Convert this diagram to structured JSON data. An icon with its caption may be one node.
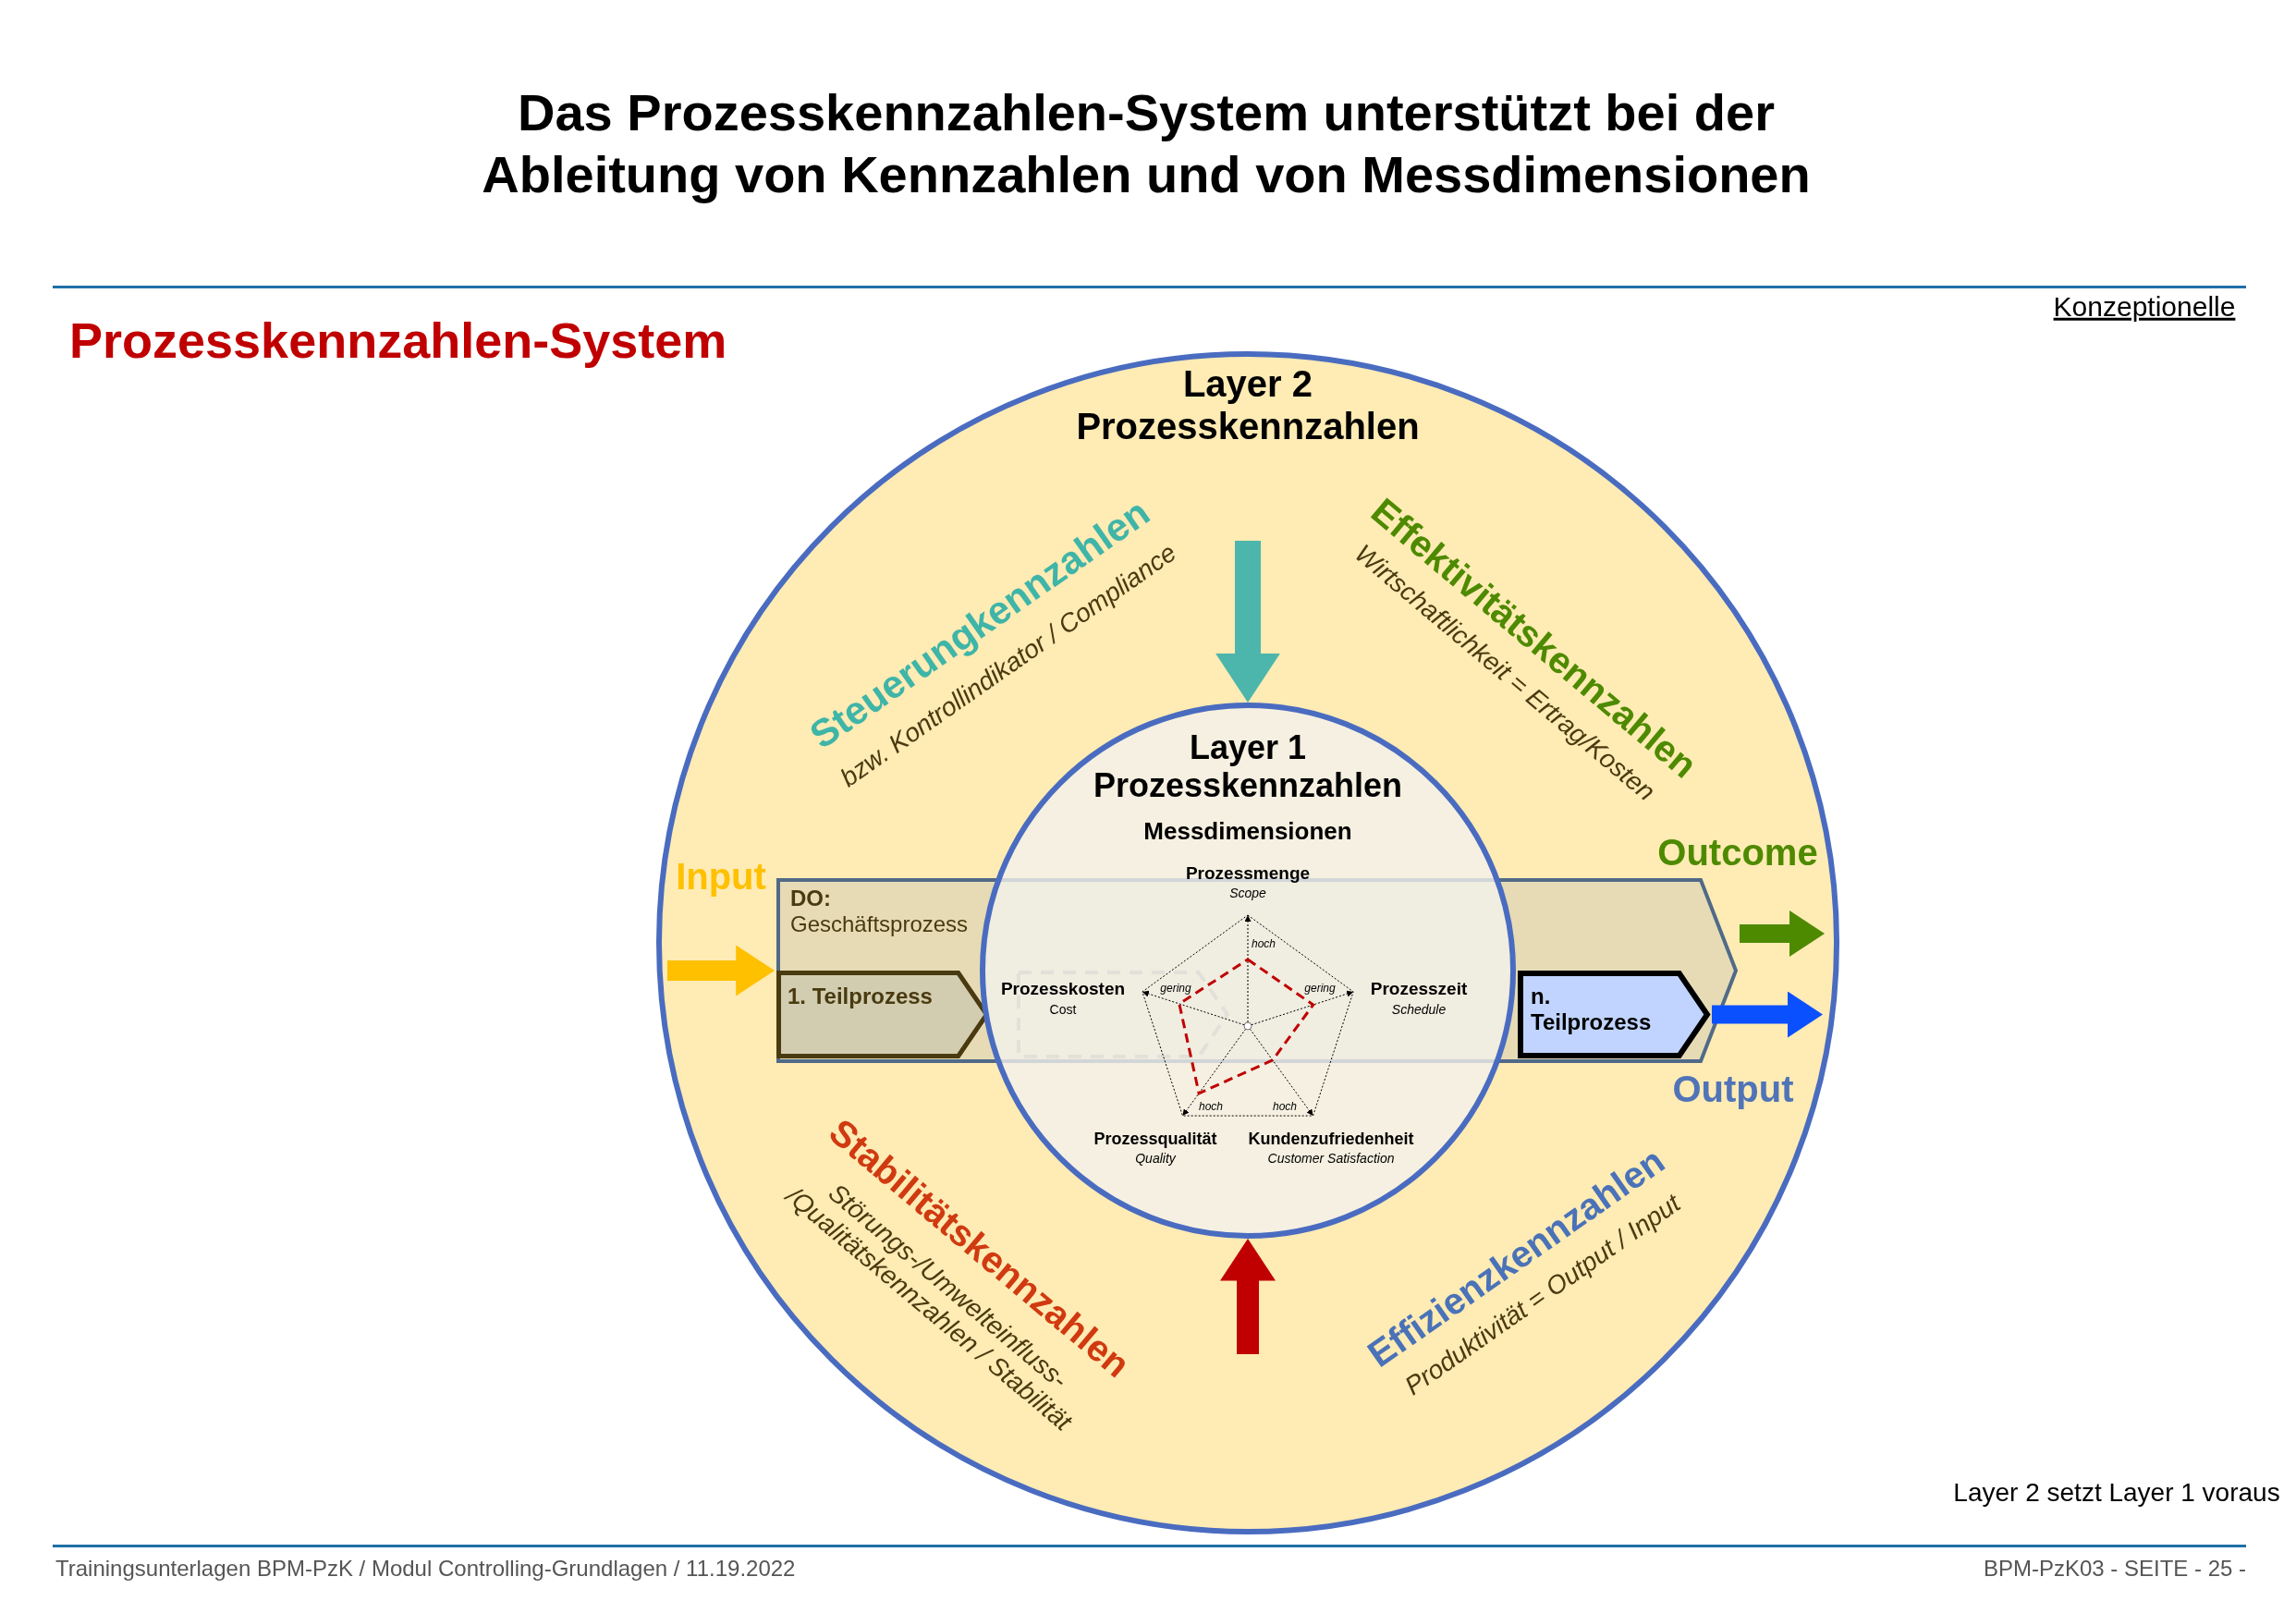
{
  "diagram": {
    "title": "Das Prozesskennzahlen-System unterstützt bei der Ableitung von Kennzahlen und von Messdimensionen",
    "nodes": [
      {
        "text": [
          "Layer 2 Prozesskennzahlen"
        ]
      },
      {
        "text": [
          "Layer 1 Prozesskennzahlen",
          "Messdimensionen"
        ],
        "in": 0
      },
      {
        "text": [
          "**DO:** Geschäftsprozess"
        ],
        "in": 0
      },
      {
        "text": [
          "1. Teilprozess"
        ],
        "in": 2
      },
      {
        "text": [],
        "shape": "chevron"
      },
      {
        "text": [
          "n. Teilprozess"
        ],
        "in": 2
      }
    ],
    "edges": [
      {
        "from": null,
        "to": 2,
        "arrow": "to",
        "label": "Input",
        "color": "#ffc000"
      },
      {
        "from": 2,
        "to": null,
        "arrow": "to",
        "label": "Outcome",
        "color": "#4e8a00"
      },
      {
        "from": 5,
        "to": null,
        "arrow": "to",
        "label": "Output",
        "color": "#0b50ff"
      },
      {
        "from": null,
        "to": 1,
        "arrow": "to",
        "color": "#4db6ac"
      },
      {
        "from": null,
        "to": 1,
        "arrow": "to",
        "color": "#c00000"
      }
    ],
    "labels": [
      "Prozesskennzahlen-System",
      "Konzeptionelle",
      "Steuerungkennzahlen",
      "bzw. Kontrollindikator / Compliance",
      "Effektivitätskennzahlen",
      "Wirtschaftlichkeit = Ertrag/Kosten",
      "Prozessmenge",
      "Scope",
      "hoch",
      "Prozesskosten",
      "Cost",
      "gering",
      "gering",
      "Prozesszeit",
      "Schedule",
      "hoch",
      "hoch",
      "Prozessqualität",
      "Quality",
      "Kundenzufriedenheit",
      "Customer Satisfaction",
      "Stabilitätskennzahlen",
      "Störungs-/Umwelteinfluss- /Qualitätskennzahlen / Stabilität",
      "Effizienzkennzahlen",
      "Produktivität = Output / Input",
      "Layer 2 setzt Layer 1 voraus",
      "Trainingsunterlagen BPM-PzK / Modul Controlling-Grundlagen / 11.19.2022",
      "BPM-PzK03 - SEITE - 25 -"
    ]
  }
}
